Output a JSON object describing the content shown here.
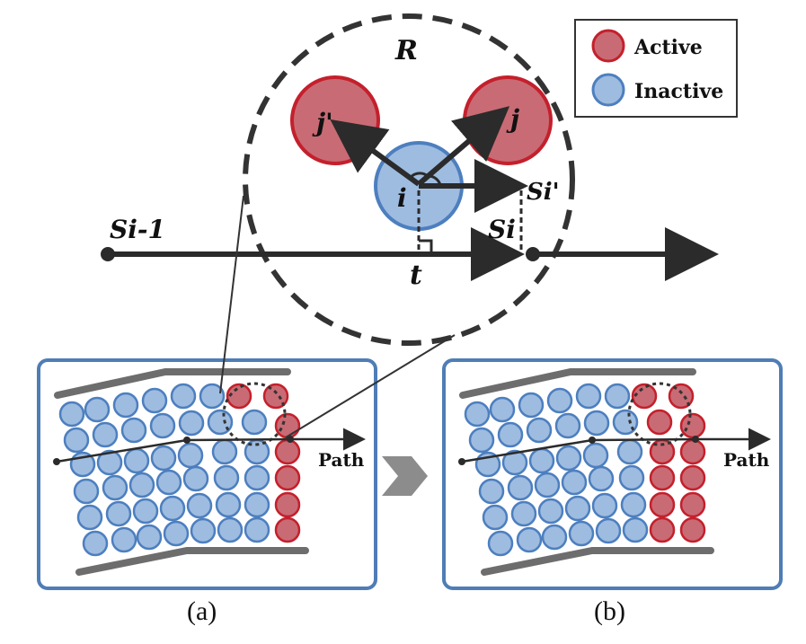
{
  "legend": {
    "items": [
      {
        "label": "Active",
        "fill": "#c96b74",
        "stroke": "#c4202c"
      },
      {
        "label": "Inactive",
        "fill": "#9ebce0",
        "stroke": "#4d7fbf"
      }
    ]
  },
  "zoom": {
    "radius_label": "R",
    "center_label": "i",
    "neighbor_left_label": "j'",
    "neighbor_right_label": "j",
    "projection_label": "Si'",
    "foot_label": "t",
    "prev_point_label": "Si-1",
    "curr_point_label": "Si"
  },
  "panels": [
    {
      "caption": "(a)",
      "path_label": "Path"
    },
    {
      "caption": "(b)",
      "path_label": "Path"
    }
  ],
  "colors": {
    "active_fill": "#c96b74",
    "active_stroke": "#c4202c",
    "inactive_fill": "#9ebce0",
    "inactive_stroke": "#4d7fbf",
    "panel_border": "#4f7db6",
    "arrow": "#2b2b2b",
    "wall": "#6d6d6d"
  }
}
